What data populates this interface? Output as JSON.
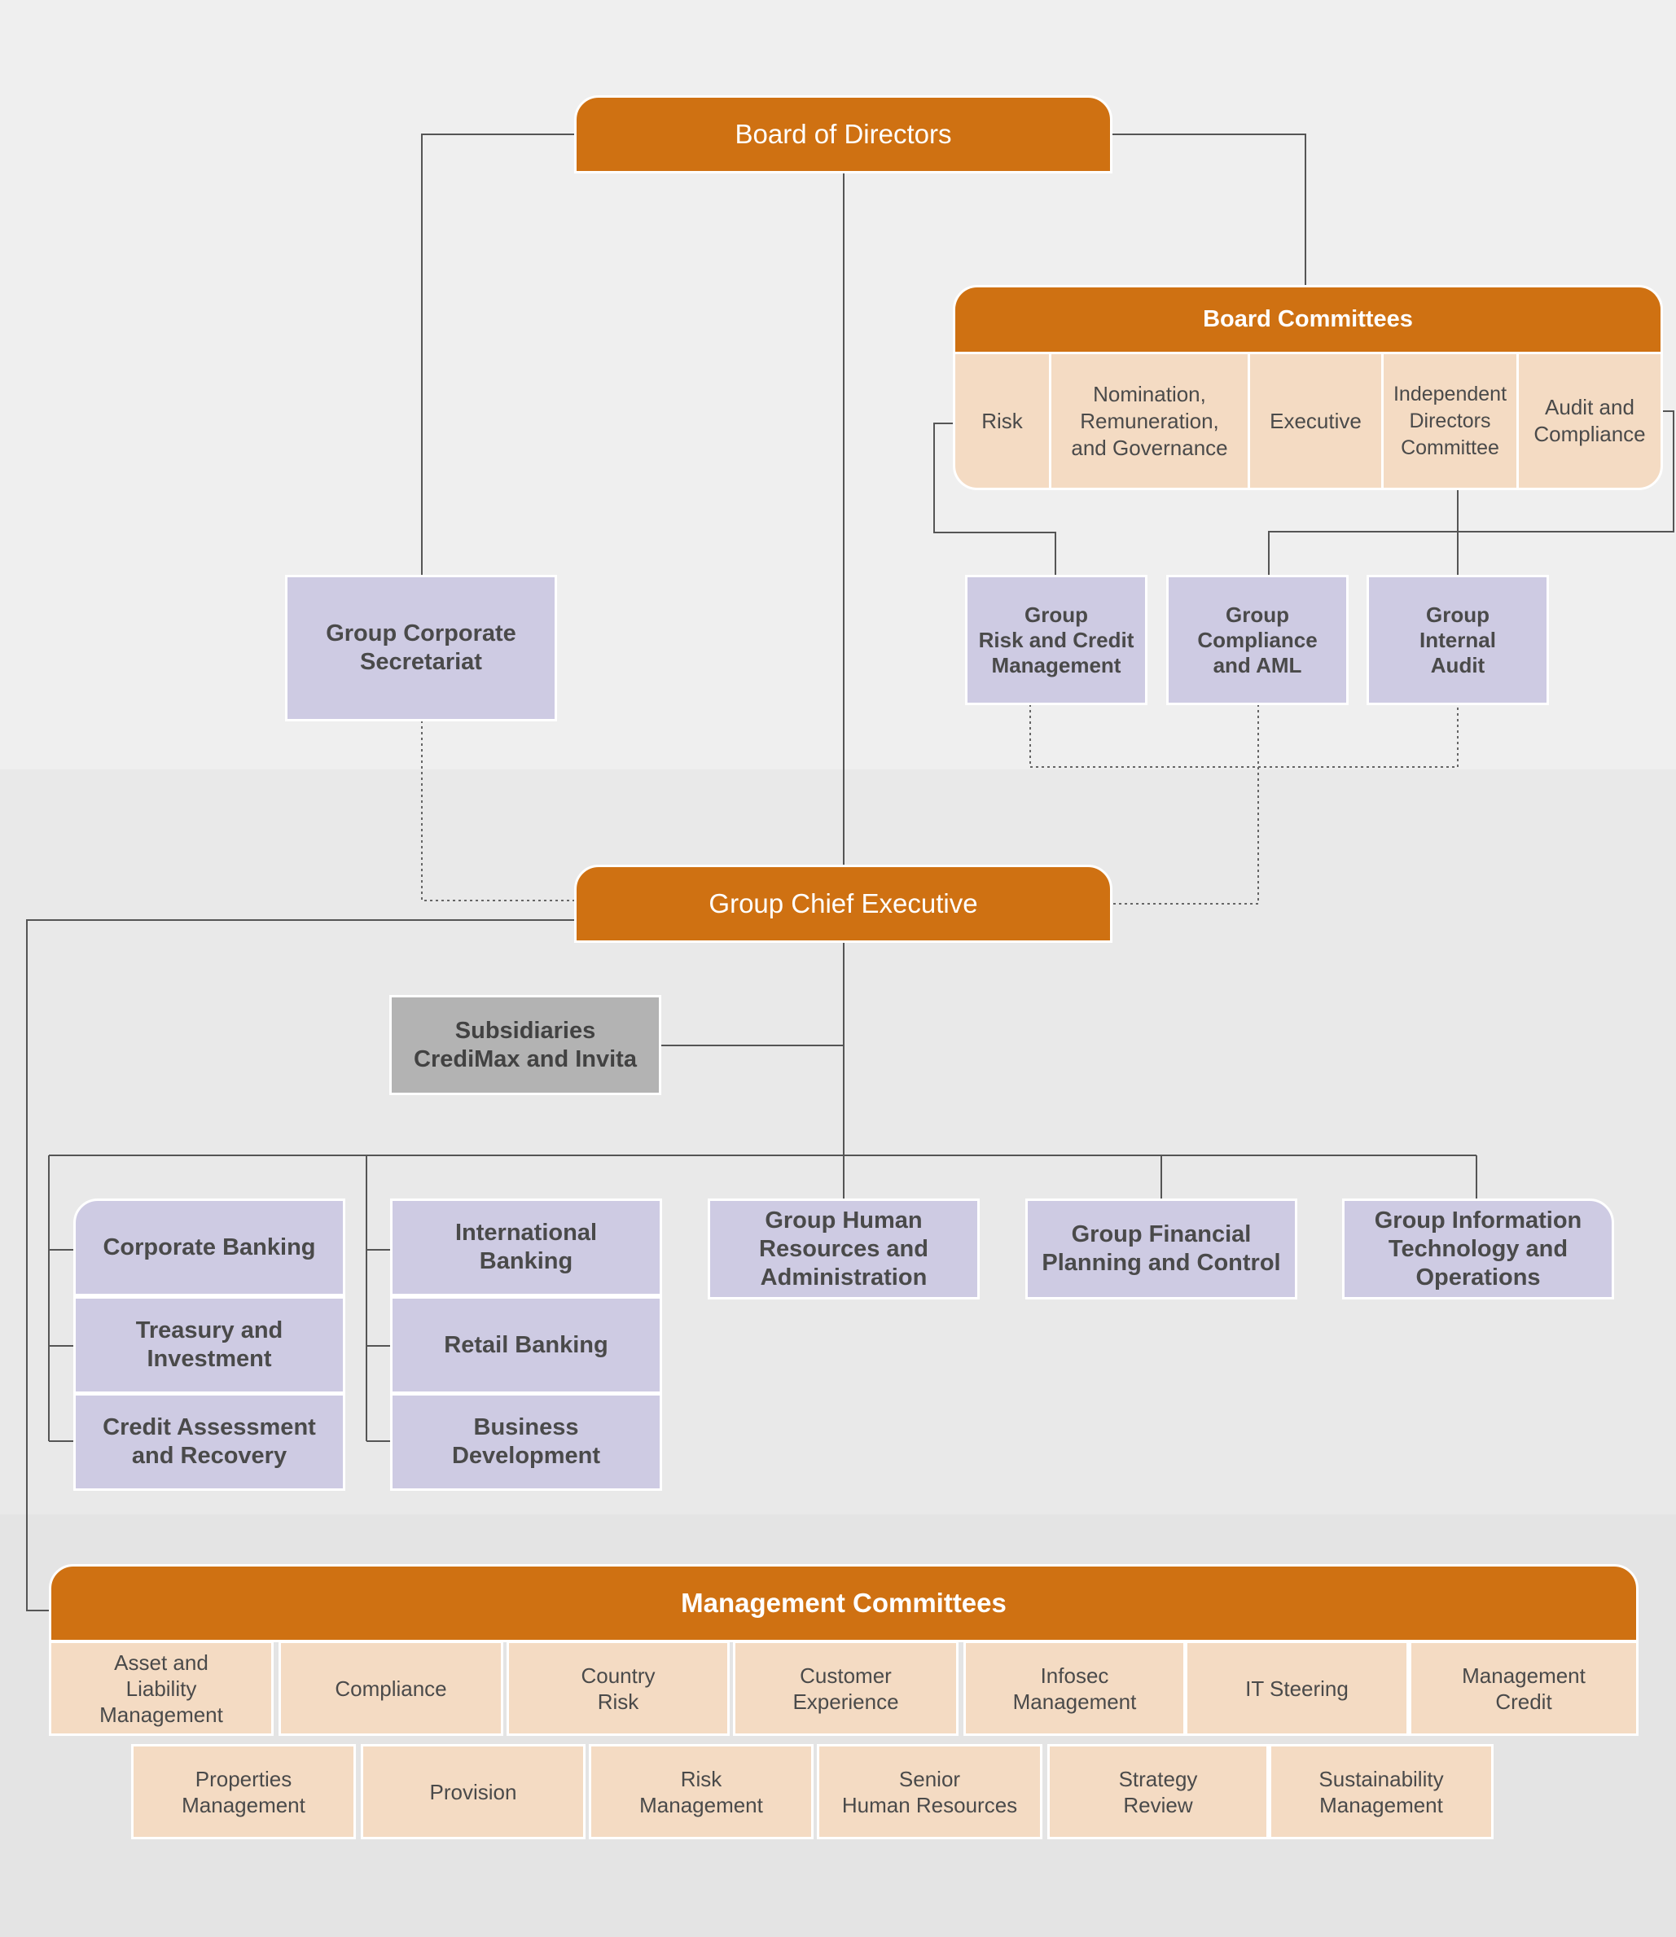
{
  "board_of_directors": "Board of Directors",
  "board_committees": {
    "title": "Board Committees",
    "items": [
      "Risk",
      "Nomination,\nRemuneration,\nand Governance",
      "Executive",
      "Independent\nDirectors\nCommittee",
      "Audit and\nCompliance"
    ]
  },
  "group_corporate_secretariat": "Group Corporate\nSecretariat",
  "control_functions": [
    "Group\nRisk and Credit\nManagement",
    "Group\nCompliance\nand AML",
    "Group\nInternal\nAudit"
  ],
  "group_chief_executive": "Group Chief Executive",
  "subsidiaries": "Subsidiaries\nCrediMax and Invita",
  "business_units": {
    "column1": [
      "Corporate Banking",
      "Treasury and\nInvestment",
      "Credit Assessment\nand Recovery"
    ],
    "column2": [
      "International\nBanking",
      "Retail Banking",
      "Business\nDevelopment"
    ],
    "support": [
      "Group Human\nResources and\nAdministration",
      "Group Financial\nPlanning and Control",
      "Group Information\nTechnology and\nOperations"
    ]
  },
  "management_committees": {
    "title": "Management Committees",
    "row1": [
      "Asset and\nLiability\nManagement",
      "Compliance",
      "Country\nRisk",
      "Customer\nExperience",
      "Infosec\nManagement",
      "IT Steering",
      "Management\nCredit"
    ],
    "row2": [
      "Properties\nManagement",
      "Provision",
      "Risk\nManagement",
      "Senior\nHuman Resources",
      "Strategy\nReview",
      "Sustainability\nManagement"
    ]
  },
  "colors": {
    "header_orange": "#cf7112",
    "unit_lavender": "#cecbe3",
    "committee_peach": "#f4dbc3",
    "subsidiary_grey": "#b3b3b3"
  }
}
